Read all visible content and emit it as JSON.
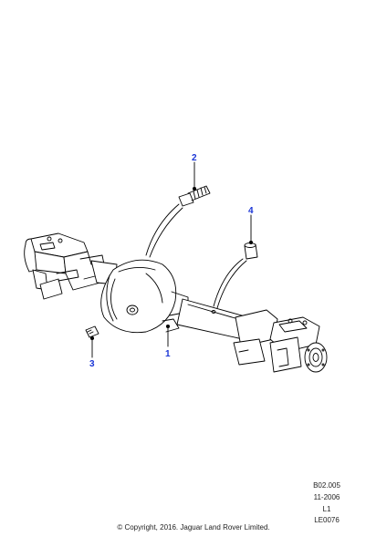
{
  "callouts": [
    {
      "label": "1"
    },
    {
      "label": "2"
    },
    {
      "label": "3"
    },
    {
      "label": "4"
    }
  ],
  "reference": {
    "code": "B02.005",
    "date": "11-2006",
    "level": "L1",
    "id": "LE0076"
  },
  "copyright": "© Copyright, 2016. Jaguar Land Rover Limited.",
  "colors": {
    "callout": "#1a35d6",
    "line": "#000000"
  }
}
